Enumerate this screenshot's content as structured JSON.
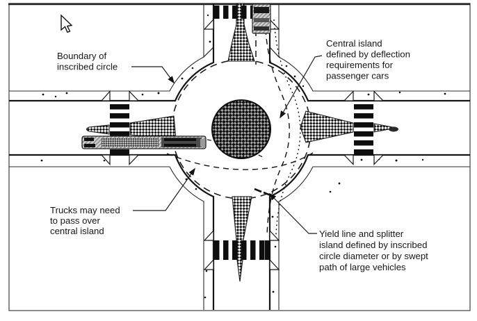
{
  "figure": {
    "labels": {
      "boundary": {
        "lines": [
          "Boundary of",
          "inscribed circle"
        ]
      },
      "central_island": {
        "lines": [
          "Central island",
          "defined by deflection",
          "requirements for",
          "passenger cars"
        ]
      },
      "trucks": {
        "lines": [
          "Trucks may need",
          "to pass over",
          "central island"
        ]
      },
      "yield": {
        "lines": [
          "Yield line and splitter",
          "island defined by inscribed",
          "circle diameter or by swept",
          "path of large vehicles"
        ]
      }
    },
    "colors": {
      "ink": "#1a1a1a",
      "frame_border": "#555555",
      "vehicle_gray": "#c9c9c9",
      "paper": "#ffffff"
    }
  }
}
